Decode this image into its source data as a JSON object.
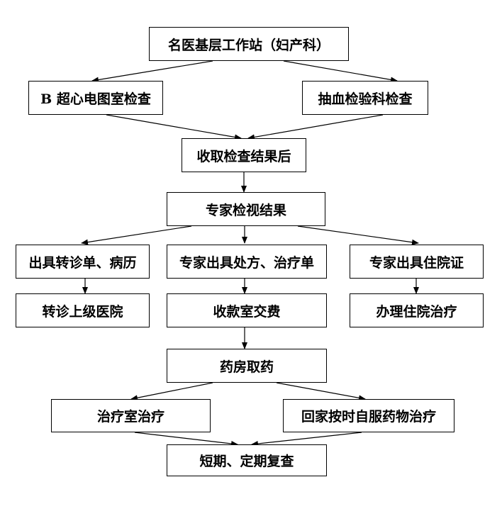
{
  "nodes": {
    "station": "名医基层工作站（妇产科）",
    "b_ultrasound": "B 超心电图室检查",
    "blood_test": "抽血检验科检查",
    "collect_results": "收取检查结果后",
    "expert_review": "专家检视结果",
    "referral_docs": "出具转诊单、病历",
    "prescription": "专家出具处方、治疗单",
    "admission_cert": "专家出具住院证",
    "transfer_hospital": "转诊上级医院",
    "payment": "收款室交费",
    "admission": "办理住院治疗",
    "pharmacy": "药房取药",
    "treatment_room": "治疗室治疗",
    "home_medication": "回家按时自服药物治疗",
    "followup": "短期、定期复查"
  }
}
